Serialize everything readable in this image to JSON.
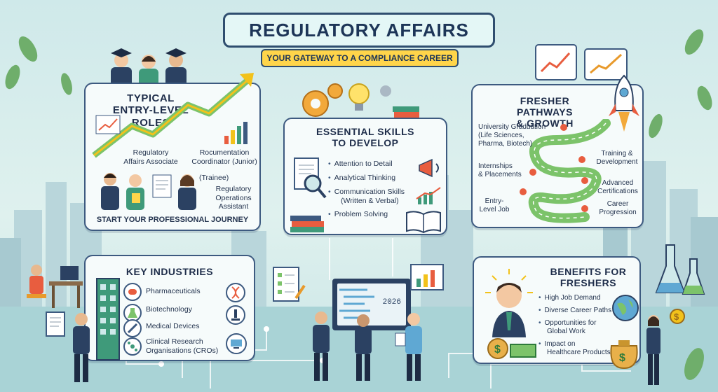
{
  "header": {
    "title": "REGULATORY AFFAIRS",
    "subtitle": "YOUR GATEWAY TO A COMPLIANCE CAREER"
  },
  "roles": {
    "title_line1": "TYPICAL",
    "title_line2": "ENTRY-LEVEL ROLES",
    "role1_line1": "Regulatory",
    "role1_line2": "Affairs Associate",
    "role2_line1": "Rocumentation",
    "role2_line2": "Coordinator (Junior)",
    "role3": "(Trainee)",
    "role4_line1": "Regulatory",
    "role4_line2": "Operations",
    "role4_line3": "Assistant",
    "footer": "START YOUR PROFESSIONAL JOURNEY"
  },
  "skills": {
    "title_line1": "ESSENTIAL SKILLS",
    "title_line2": "TO DEVELOP",
    "items": [
      "Attention to Detail",
      "Analytical Thinking",
      "Communication Skills",
      "(Written & Verbal)",
      "Problem Solving"
    ]
  },
  "pathways": {
    "title_line1": "FRESHER PATHWAYS",
    "title_line2": "& GROWTH",
    "step1_line1": "University Graduation",
    "step1_line2": "(Life Sciences,",
    "step1_line3": "Pharma, Biotech)",
    "step2_line1": "Training &",
    "step2_line2": "Development",
    "step3_line1": "Internships",
    "step3_line2": "& Placements",
    "step4_line1": "Advanced",
    "step4_line2": "Certifications",
    "step5_line1": "Entry-",
    "step5_line2": "Level Job",
    "step6_line1": "Career",
    "step6_line2": "Progression"
  },
  "industries": {
    "title": "KEY INDUSTRIES",
    "items": [
      "Pharmaceuticals",
      "Biotechnology",
      "Medical Devices",
      "Clinical Research",
      "Organisations (CROs)"
    ]
  },
  "benefits": {
    "title_line1": "BENEFITS FOR",
    "title_line2": "FRESHERS",
    "items": [
      "High Job Demand",
      "Diverse Career Paths",
      "Opportunities for",
      "Global Work",
      "Impact on",
      "Healthcare Products"
    ]
  },
  "monitor": {
    "year": "2026"
  },
  "colors": {
    "navy": "#1d3557",
    "accent_yellow": "#ffd54a",
    "teal_bg": "#cfe9ea",
    "panel_border": "#3d5a80"
  }
}
